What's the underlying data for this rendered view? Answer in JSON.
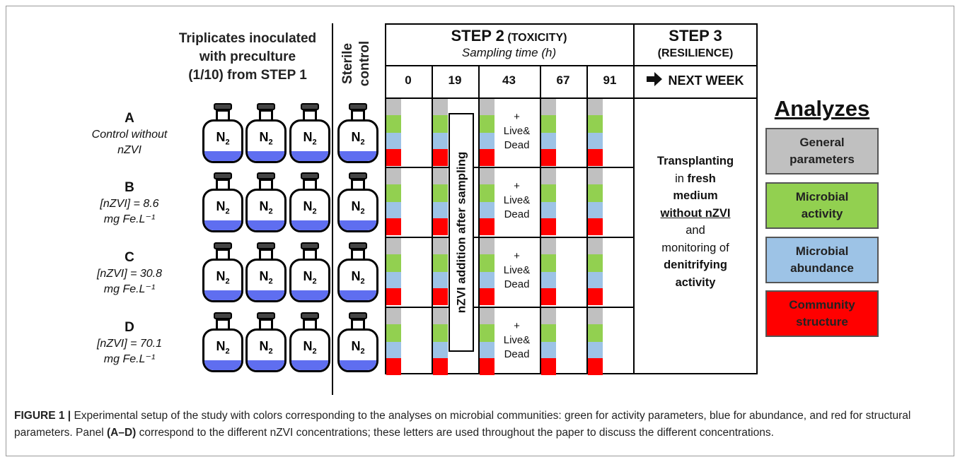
{
  "left_header": [
    "Triplicates inoculated",
    "with preculture",
    "(1/10) from STEP 1"
  ],
  "sterile_header": [
    "Sterile",
    "control"
  ],
  "bottle_gas": "N",
  "bottle_gas_sub": "2",
  "rows": [
    {
      "letter": "A",
      "lines": [
        "Control without",
        "nZVI"
      ]
    },
    {
      "letter": "B",
      "lines": [
        "[nZVI] = 8.6",
        "mg Fe.L⁻¹"
      ]
    },
    {
      "letter": "C",
      "lines": [
        "[nZVI] = 30.8",
        "mg Fe.L⁻¹"
      ]
    },
    {
      "letter": "D",
      "lines": [
        "[nZVI] = 70.1",
        "mg Fe.L⁻¹"
      ]
    }
  ],
  "step2": {
    "title": "STEP 2",
    "title_small": " (TOXICITY)",
    "subtitle": "Sampling time (h)"
  },
  "step3": {
    "title": "STEP 3",
    "subtitle": "(RESILIENCE)"
  },
  "times": [
    "0",
    "19",
    "43",
    "67",
    "91"
  ],
  "next_week": "NEXT WEEK",
  "live_dead": [
    "+",
    "Live&",
    "Dead"
  ],
  "nzvi_addition": "nZVI addition after sampling",
  "step3_text": {
    "l1": "Transplanting",
    "l2a": "in ",
    "l2b": "fresh",
    "l3": "medium",
    "l4": "without nZVI",
    "l5": "and",
    "l6": "monitoring of",
    "l7": "denitrifying",
    "l8": "activity"
  },
  "analyzes_title": "Analyzes",
  "analyses": [
    {
      "label_1": "General",
      "label_2": "parameters",
      "color": "#c0c0c0"
    },
    {
      "label_1": "Microbial",
      "label_2": "activity",
      "color": "#92d050"
    },
    {
      "label_1": "Microbial",
      "label_2": "abundance",
      "color": "#9dc3e6"
    },
    {
      "label_1": "Community",
      "label_2": "structure",
      "color": "#ff0000"
    }
  ],
  "caption": {
    "fig_label": "FIGURE 1 |",
    "text1": " Experimental setup of the study with colors corresponding to the analyses on microbial communities: green for activity parameters, blue for abundance, and red for structural parameters. Panel ",
    "panel": "(A–D)",
    "text2": " correspond to the different nZVI concentrations; these letters are used throughout the paper to discuss the different concentrations."
  }
}
